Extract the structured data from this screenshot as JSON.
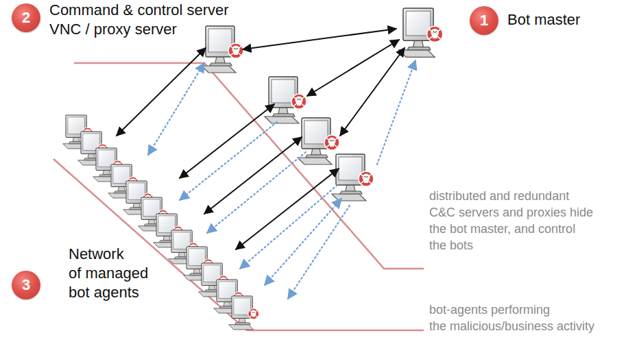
{
  "diagram": {
    "nodes": [
      {
        "text": [
          "2"
        ]
      },
      {
        "text": [
          "1"
        ]
      },
      {
        "text": [
          "3"
        ]
      }
    ],
    "labels": [
      "Command & control server",
      "VNC / proxy server",
      "Bot master",
      "Network",
      "of managed",
      "bot agents",
      "distributed and redundant",
      "C&C servers and proxies hide",
      "the bot master, and control",
      "the bots",
      "bot-agents performing",
      "the malicious/business activity"
    ]
  }
}
